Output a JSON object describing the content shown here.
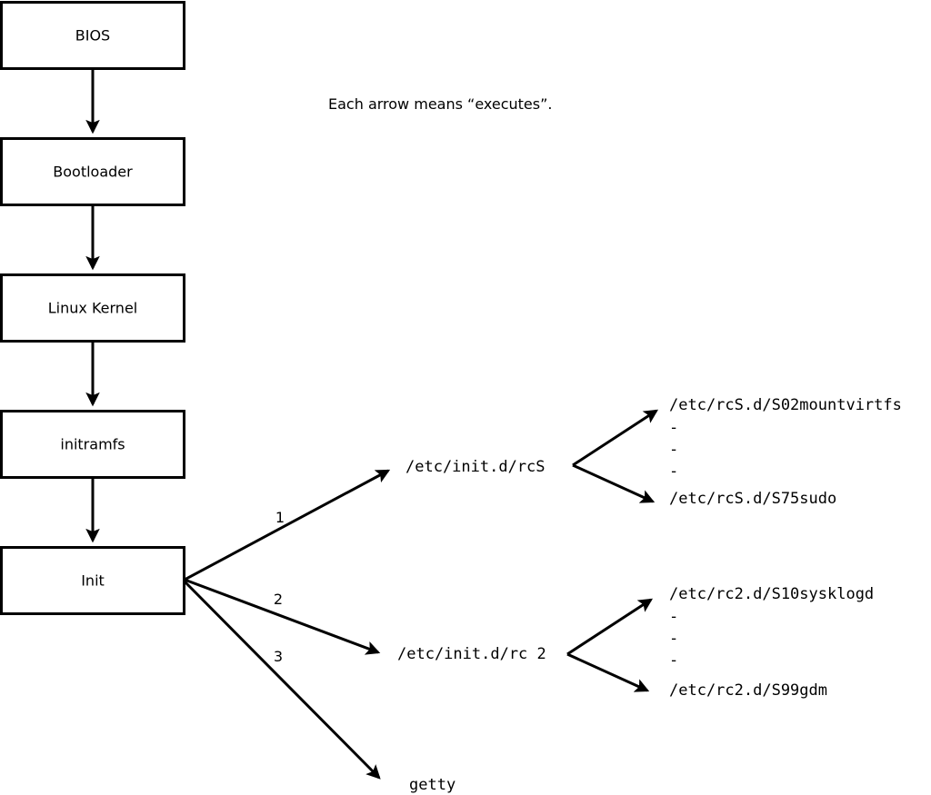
{
  "caption": {
    "text": "Each arrow means “executes”."
  },
  "colors": {
    "background": "#ffffff",
    "stroke": "#000000",
    "box_fill": "#ffffff",
    "text": "#000000"
  },
  "boot_chain": {
    "nodes": [
      {
        "id": "bios",
        "label": "BIOS"
      },
      {
        "id": "bootloader",
        "label": "Bootloader"
      },
      {
        "id": "kernel",
        "label": "Linux Kernel"
      },
      {
        "id": "initramfs",
        "label": "initramfs"
      },
      {
        "id": "init",
        "label": "Init"
      }
    ]
  },
  "init_branches": [
    {
      "number": "1",
      "target": "/etc/init.d/rcS"
    },
    {
      "number": "2",
      "target": "/etc/init.d/rc 2"
    },
    {
      "number": "3",
      "target": "getty"
    }
  ],
  "rcs_scripts": {
    "first": "/etc/rcS.d/S02mountvirtfs",
    "ellipsis": [
      "-",
      "-",
      "-"
    ],
    "last": "/etc/rcS.d/S75sudo"
  },
  "rc2_scripts": {
    "first": "/etc/rc2.d/S10sysklogd",
    "ellipsis": [
      "-",
      "-",
      "-"
    ],
    "last": "/etc/rc2.d/S99gdm"
  }
}
